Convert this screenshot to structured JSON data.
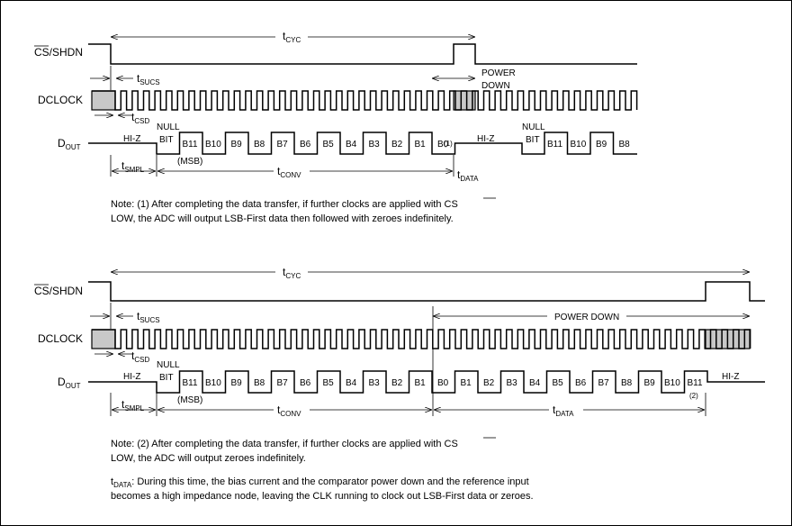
{
  "signals": {
    "cs": "CS/SHDN",
    "cs_overbar": "CS",
    "cs_rest": "/SHDN",
    "dclock": "DCLOCK",
    "dout_main": "D",
    "dout_sub": "OUT"
  },
  "timing": {
    "tcyc_main": "t",
    "tcyc_sub": "CYC",
    "tsucs_main": "t",
    "tsucs_sub": "SUCS",
    "tcsd_main": "t",
    "tcsd_sub": "CSD",
    "tsmpl_main": "t",
    "tsmpl_sub": "SMPL",
    "tconv_main": "t",
    "tconv_sub": "CONV",
    "tdata_main": "t",
    "tdata_sub": "DATA"
  },
  "labels": {
    "power": "POWER",
    "down": "DOWN",
    "power_down": "POWER DOWN",
    "hiz": "HI-Z",
    "null": "NULL",
    "bit": "BIT",
    "msb": "(MSB)",
    "b0_note": "(1)",
    "b11_note": "(2)"
  },
  "diagram1": {
    "dout_bits": [
      "B11",
      "B10",
      "B9",
      "B8",
      "B7",
      "B6",
      "B5",
      "B4",
      "B3",
      "B2",
      "B1",
      "B0"
    ],
    "dout_bits_after": [
      "B11",
      "B10",
      "B9",
      "B8"
    ],
    "note_line1_pre": "Note: (1) After completing the data transfer, if further clocks are applied with ",
    "note_cs": "CS",
    "note_line2": "LOW, the ADC will output LSB-First data then followed with zeroes indefinitely."
  },
  "diagram2": {
    "dout_bits": [
      "B11",
      "B10",
      "B9",
      "B8",
      "B7",
      "B6",
      "B5",
      "B4",
      "B3",
      "B2",
      "B1"
    ],
    "dout_bits_lsb": [
      "B0",
      "B1",
      "B2",
      "B3",
      "B4",
      "B5",
      "B6",
      "B7",
      "B8",
      "B9",
      "B10",
      "B11"
    ],
    "note_line1_pre": "Note: (2) After completing the data transfer, if further clocks are applied with ",
    "note_cs": "CS",
    "note_line2": "LOW, the ADC will output zeroes indefinitely.",
    "tdata_line1": ": During this time, the bias current and the comparator power down and the reference input",
    "tdata_line2": "becomes a high impedance node, leaving the CLK running to clock out LSB-First data or zeroes."
  }
}
